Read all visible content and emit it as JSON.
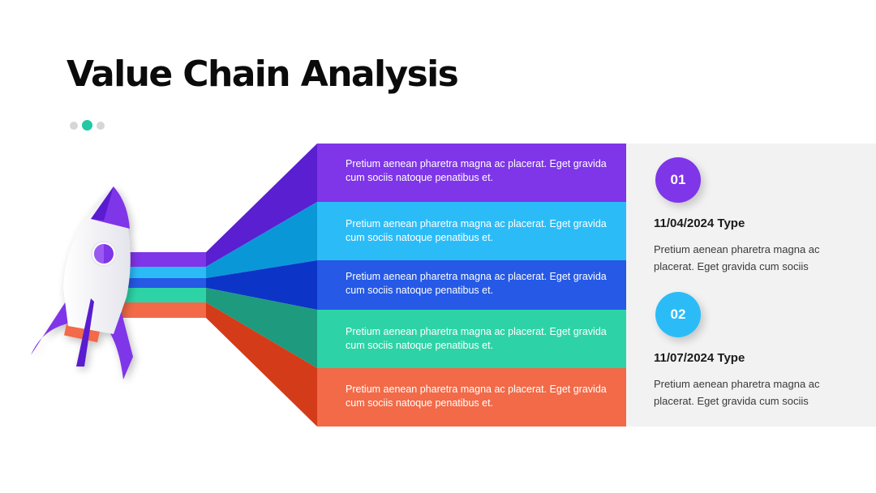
{
  "title": "Value Chain Analysis",
  "colors": {
    "purple": "#7f35e8",
    "light_blue": "#2bbcf8",
    "blue": "#2559e6",
    "teal": "#2dd3a6",
    "orange": "#f26a48",
    "accent_dot": "#23c9a3",
    "panel_bg": "#f2f2f2"
  },
  "pager_dots": [
    {
      "active": false
    },
    {
      "active": true
    },
    {
      "active": false
    }
  ],
  "bands": [
    {
      "text": "Pretium aenean pharetra magna ac placerat. Eget gravida cum sociis natoque penatibus et.",
      "color": "#7f35e8"
    },
    {
      "text": "Pretium aenean pharetra magna ac placerat. Eget gravida cum sociis natoque penatibus et.",
      "color": "#2bbcf8"
    },
    {
      "text": "Pretium aenean pharetra magna ac placerat. Eget gravida cum sociis natoque penatibus et.",
      "color": "#2559e6"
    },
    {
      "text": "Pretium aenean pharetra magna ac placerat. Eget gravida cum sociis natoque penatibus et.",
      "color": "#2dd3a6"
    },
    {
      "text": "Pretium aenean pharetra magna ac placerat. Eget gravida cum sociis natoque penatibus et.",
      "color": "#f26a48"
    }
  ],
  "entries": [
    {
      "number": "01",
      "heading": "11/04/2024 Type",
      "body": "Pretium aenean pharetra magna ac placerat. Eget gravida cum sociis",
      "color": "#7f35e8"
    },
    {
      "number": "02",
      "heading": "11/07/2024 Type",
      "body": "Pretium aenean pharetra magna ac placerat. Eget gravida cum sociis",
      "color": "#2bbcf8"
    }
  ],
  "icons": {
    "illustration": "rocket-icon"
  }
}
